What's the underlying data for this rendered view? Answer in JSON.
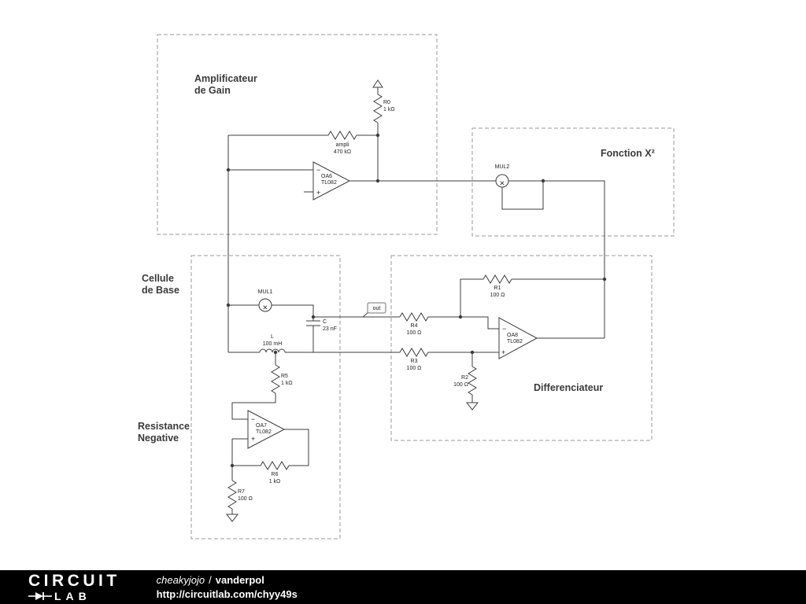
{
  "blocks": {
    "amplificateur": {
      "line1": "Amplificateur",
      "line2": "de Gain"
    },
    "fonction": {
      "label": "Fonction X²"
    },
    "cellule": {
      "line1": "Cellule",
      "line2": "de Base"
    },
    "resistance": {
      "line1": "Resistance",
      "line2": "Negative"
    },
    "differenciateur": {
      "label": "Differenciateur"
    }
  },
  "components": {
    "r0": {
      "name": "R0",
      "value": "1 kΩ"
    },
    "ampli": {
      "name": "ampli",
      "value": "470 kΩ"
    },
    "oa6": {
      "name": "OA6",
      "value": "TL082"
    },
    "mul2": {
      "name": "MUL2"
    },
    "mul1": {
      "name": "MUL1"
    },
    "c": {
      "name": "C",
      "value": "23 nF"
    },
    "l": {
      "name": "L",
      "value": "100 mH"
    },
    "r1": {
      "name": "R1",
      "value": "100 Ω"
    },
    "r4": {
      "name": "R4",
      "value": "100 Ω"
    },
    "r3": {
      "name": "R3",
      "value": "100 Ω"
    },
    "r2": {
      "name": "R2",
      "value": "100 Ω"
    },
    "oa8": {
      "name": "OA8",
      "value": "TL082"
    },
    "r5": {
      "name": "R5",
      "value": "1 kΩ"
    },
    "oa7": {
      "name": "OA7",
      "value": "TL082"
    },
    "r6": {
      "name": "R6",
      "value": "1 kΩ"
    },
    "r7": {
      "name": "R7",
      "value": "100 Ω"
    }
  },
  "net": {
    "out": "out"
  },
  "symbols": {
    "minus": "−",
    "plus": "+",
    "times": "×"
  },
  "footer": {
    "brand_top": "CIRCUIT",
    "brand_bottom": "LAB",
    "author": "cheakyjojo",
    "separator": "/",
    "project": "vanderpol",
    "url": "http://circuitlab.com/chyy49s"
  },
  "colors": {
    "wire": "#3c3c3c",
    "box_dash": "#999999",
    "footer_bg": "#000000",
    "label": "#3a3a3a"
  }
}
